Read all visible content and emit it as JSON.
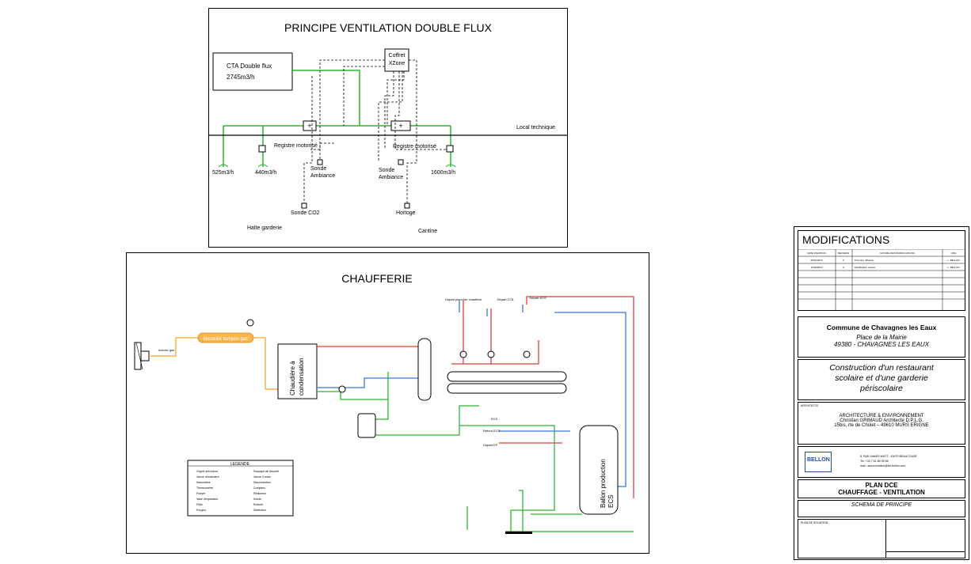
{
  "ventilation": {
    "title": "PRINCIPE VENTILATION DOUBLE FLUX",
    "cta_name": "CTA Double flux",
    "cta_flow": "2745m3/h",
    "coffret_line1": "Coffret",
    "coffret_line2": "XZone",
    "local_technique": "Local technique",
    "registre_left": "Registre motorisé",
    "registre_right": "Registre motorisé",
    "sonde_ambiance_left_1": "Sonde",
    "sonde_ambiance_left_2": "Ambiance",
    "sonde_ambiance_right_1": "Sonde",
    "sonde_ambiance_right_2": "Ambiance",
    "sonde_co2": "Sonde CO2",
    "horloge": "Horloge",
    "flow_525": "525m3/h",
    "flow_440": "440m3/h",
    "flow_1600": "1600m3/h",
    "halte_garderie": "Halte garderie",
    "cantine": "Cantine"
  },
  "chaufferie": {
    "title": "CHAUFFERIE",
    "chaudiere_line1": "Chaudière à",
    "chaudiere_line2": "condensation",
    "bouteille": "Bouteille tampon gaz",
    "arrivee_gaz": "Arrivée gaz",
    "ballon_line1": "Ballon production",
    "ballon_line2": "ECS",
    "depart_plancher": "Départ plancher chauffant",
    "depart_cta": "Départ CTA",
    "depart_ecs": "Départ ECS",
    "ecs": "ECS",
    "retour_ecs": "Retour ECS",
    "depart_ef": "Départ EF",
    "legend_title": "LEGENDE",
    "legend_items_left": [
      "Clapet anti-retour",
      "Vanne d'isolement",
      "Manomètre",
      "Thermomètre",
      "Pompe",
      "Vase d'expansion",
      "Filtre",
      "Purgeur"
    ],
    "legend_items_right": [
      "Soupape de sécurité",
      "Vanne 3 voies",
      "Disconnecteur",
      "Compteur",
      "Réducteur",
      "Sonde",
      "Robinet",
      "Détendeur"
    ]
  },
  "title_block": {
    "modifications_title": "MODIFICATIONS",
    "mod_headers": [
      "DATE D'EDITION",
      "REVISION",
      "NATURE DES MODIFICATIONS",
      "VISA"
    ],
    "mod_rows": [
      [
        "25/02/2015",
        "0",
        "Première diffusion",
        "L. BELLON"
      ],
      [
        "12/06/2015",
        "A",
        "Modification suivies",
        "L. BELLON"
      ]
    ],
    "commune": "Commune de Chavagnes les Eaux",
    "adresse1": "Place de la Mairie",
    "adresse2": "49380 - CHAVAGNES LES EAUX",
    "projet": "Construction d'un restaurant scolaire et d'une garderie périscolaire",
    "architecte_label": "ARCHITECTE",
    "archi1": "ARCHITECTURE & ENVIRONNEMENT",
    "archi2": "Christian GRIMAUD Architecte D.P.L.G.",
    "archi3": "15bis, rte de Cholet – 49610 MURS ERIGNE",
    "logo_text": "BELLON",
    "bet1": "8, RUE JAMES WATT - 49070 BEAUCOUZE",
    "bet2": "Tel: +33 7 61 85 95 56",
    "bet3": "mail : laurent.bellon@be-bellon.com",
    "plan1": "PLAN DCE",
    "plan2": "CHAUFFAGE - VENTILATION",
    "plan3": "SCHEMA DE PRINCIPE",
    "bottom_label": "PLAN DE SITUATION"
  },
  "colors": {
    "green": "#2db52d",
    "red": "#e23a3a",
    "blue": "#3a78d8",
    "orange": "#f7b54a"
  }
}
